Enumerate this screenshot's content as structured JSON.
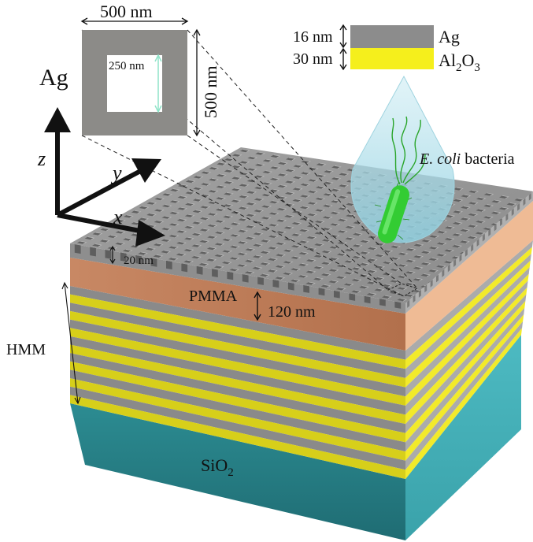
{
  "inset": {
    "material": "Ag",
    "width_label": "500 nm",
    "height_label": "500 nm",
    "hole_label": "250 nm"
  },
  "legend": {
    "items": [
      {
        "thickness": "16 nm",
        "material": "Ag",
        "color": "#8c8c8c"
      },
      {
        "thickness": "30 nm",
        "material": "Al",
        "sub1": "2",
        "mid": "O",
        "sub2": "3",
        "color": "#f5ef1c"
      }
    ]
  },
  "axes": {
    "x": "x",
    "y": "y",
    "z": "z"
  },
  "bacteria": {
    "italic": "E. coli",
    "plain": " bacteria"
  },
  "layers": {
    "grating_thickness": "20 nm",
    "pmma": "PMMA",
    "pmma_thickness": "120 nm",
    "hmm": "HMM",
    "substrate_main": "SiO",
    "substrate_sub": "2"
  },
  "colors": {
    "ag": "#8c8c8c",
    "al2o3": "#f5ef1c",
    "pmma": "#c98a62",
    "sio2": "#2f8e94",
    "bacteria": "#33cc33"
  }
}
